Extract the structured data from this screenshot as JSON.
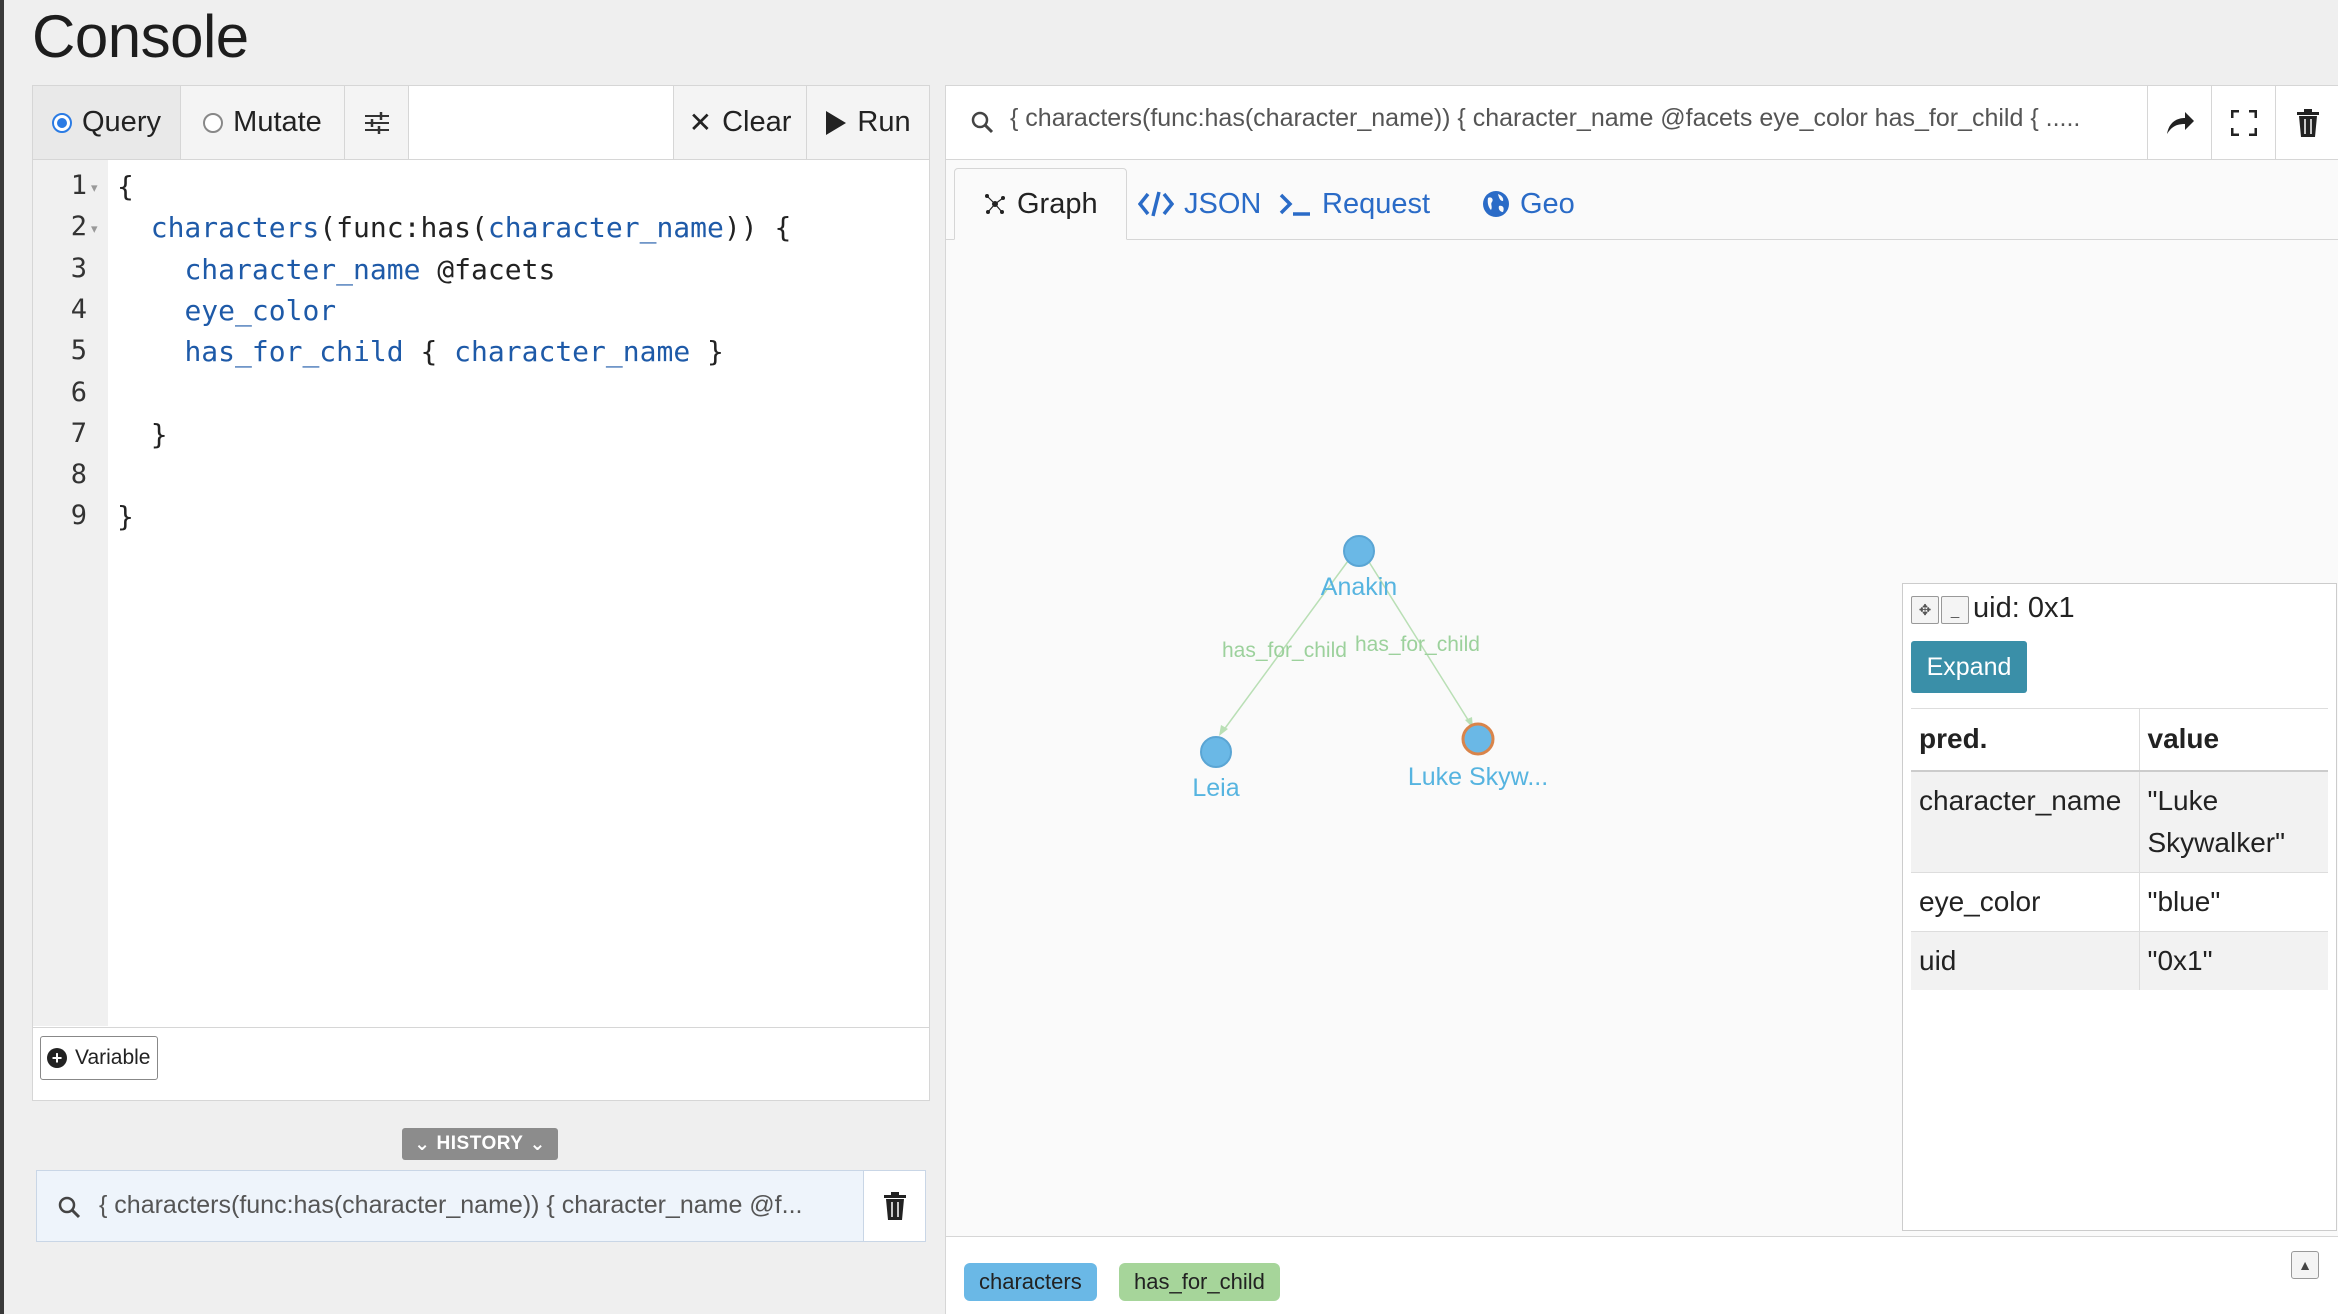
{
  "page": {
    "title": "Console"
  },
  "editor": {
    "mode_query": "Query",
    "mode_mutate": "Mutate",
    "clear_label": "Clear",
    "run_label": "Run",
    "lines": [
      {
        "num": "1",
        "code": "{"
      },
      {
        "num": "2",
        "code": "  characters(func:has(character_name)) {"
      },
      {
        "num": "3",
        "code": "    character_name @facets"
      },
      {
        "num": "4",
        "code": "    eye_color"
      },
      {
        "num": "5",
        "code": "    has_for_child { character_name }"
      },
      {
        "num": "6",
        "code": ""
      },
      {
        "num": "7",
        "code": "  }"
      },
      {
        "num": "8",
        "code": ""
      },
      {
        "num": "9",
        "code": "}"
      }
    ],
    "variable_label": "Variable"
  },
  "history": {
    "toggle_label": "HISTORY",
    "item_query": "{ characters(func:has(character_name)) { character_name @f..."
  },
  "results": {
    "query": "{ characters(func:has(character_name)) { character_name @facets eye_color has_for_child { .....",
    "tabs": [
      {
        "label": "Graph"
      },
      {
        "label": "JSON"
      },
      {
        "label": "Request"
      },
      {
        "label": "Geo"
      }
    ],
    "graph": {
      "nodes": [
        {
          "label": "Anakin"
        },
        {
          "label": "Leia"
        },
        {
          "label": "Luke Skyw..."
        }
      ],
      "edges": [
        {
          "label": "has_for_child"
        },
        {
          "label": "has_for_child"
        }
      ],
      "colors": {
        "node": "#6ab8e6",
        "selected_stroke": "#d9844a",
        "edge": "#a8d8a8"
      }
    },
    "properties": {
      "title": "uid: 0x1",
      "expand_label": "Expand",
      "headers": [
        "pred.",
        "value"
      ],
      "rows": [
        {
          "pred": "character_name",
          "value": "\"Luke Skywalker\""
        },
        {
          "pred": "eye_color",
          "value": "\"blue\""
        },
        {
          "pred": "uid",
          "value": "\"0x1\""
        }
      ]
    },
    "legend": [
      {
        "label": "characters",
        "color": "#6ab8e6"
      },
      {
        "label": "has_for_child",
        "color": "#a6d59a"
      }
    ]
  }
}
